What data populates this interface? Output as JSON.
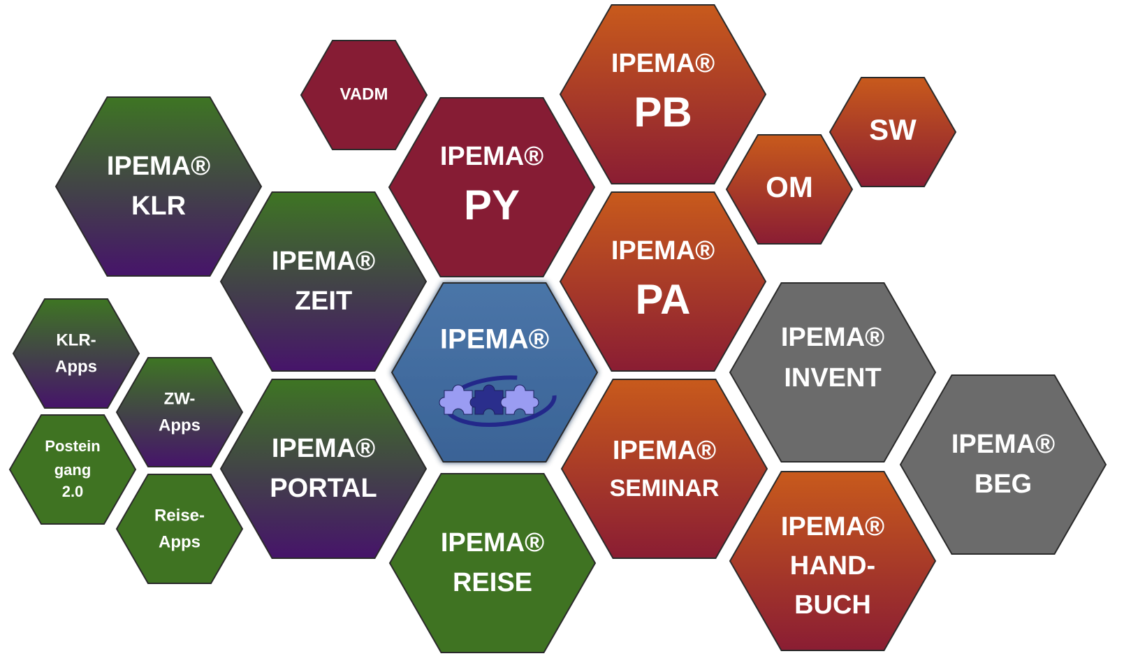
{
  "diagram": {
    "hexagons": [
      {
        "id": "klr",
        "lines": [
          "IPEMA®",
          "KLR"
        ],
        "color": "green-purple"
      },
      {
        "id": "vadm",
        "lines": [
          "VADM"
        ],
        "color": "maroon"
      },
      {
        "id": "py",
        "lines": [
          "IPEMA®",
          "PY"
        ],
        "color": "maroon"
      },
      {
        "id": "pb",
        "lines": [
          "IPEMA®",
          "PB"
        ],
        "color": "orange-red"
      },
      {
        "id": "sw",
        "lines": [
          "SW"
        ],
        "color": "orange-red"
      },
      {
        "id": "om",
        "lines": [
          "OM"
        ],
        "color": "orange-red"
      },
      {
        "id": "zeit",
        "lines": [
          "IPEMA®",
          "ZEIT"
        ],
        "color": "green-purple"
      },
      {
        "id": "pa",
        "lines": [
          "IPEMA®",
          "PA"
        ],
        "color": "orange-red"
      },
      {
        "id": "center",
        "lines": [
          "IPEMA®"
        ],
        "color": "blue"
      },
      {
        "id": "invent",
        "lines": [
          "IPEMA®",
          "INVENT"
        ],
        "color": "gray"
      },
      {
        "id": "klr-apps",
        "lines": [
          "KLR-",
          "Apps"
        ],
        "color": "green-purple"
      },
      {
        "id": "zw-apps",
        "lines": [
          "ZW-",
          "Apps"
        ],
        "color": "green-purple"
      },
      {
        "id": "posteingang",
        "lines": [
          "Postein",
          "gang",
          "2.0"
        ],
        "color": "green"
      },
      {
        "id": "portal",
        "lines": [
          "IPEMA®",
          "PORTAL"
        ],
        "color": "green-purple"
      },
      {
        "id": "seminar",
        "lines": [
          "IPEMA®",
          "SEMINAR"
        ],
        "color": "orange-red"
      },
      {
        "id": "beg",
        "lines": [
          "IPEMA®",
          "BEG"
        ],
        "color": "gray"
      },
      {
        "id": "reise-apps",
        "lines": [
          "Reise-",
          "Apps"
        ],
        "color": "green"
      },
      {
        "id": "reise",
        "lines": [
          "IPEMA®",
          "REISE"
        ],
        "color": "green"
      },
      {
        "id": "handbuch",
        "lines": [
          "IPEMA®",
          "HAND-",
          "BUCH"
        ],
        "color": "orange-red"
      }
    ],
    "colors": {
      "green": "#3f7322",
      "green_purple_top": "#3e7523",
      "green_purple_bottom": "#46146a",
      "maroon": "#861c34",
      "orange_top": "#c85a1c",
      "orange_bottom": "#8a1d33",
      "gray": "#6b6b6b",
      "blue": "#3f6a9c",
      "logo_piece_light": "#9a9cf2",
      "logo_piece_dark": "#2a2e8c",
      "logo_ring": "#23288a"
    },
    "logo_icon": "puzzle-pieces-icon"
  }
}
